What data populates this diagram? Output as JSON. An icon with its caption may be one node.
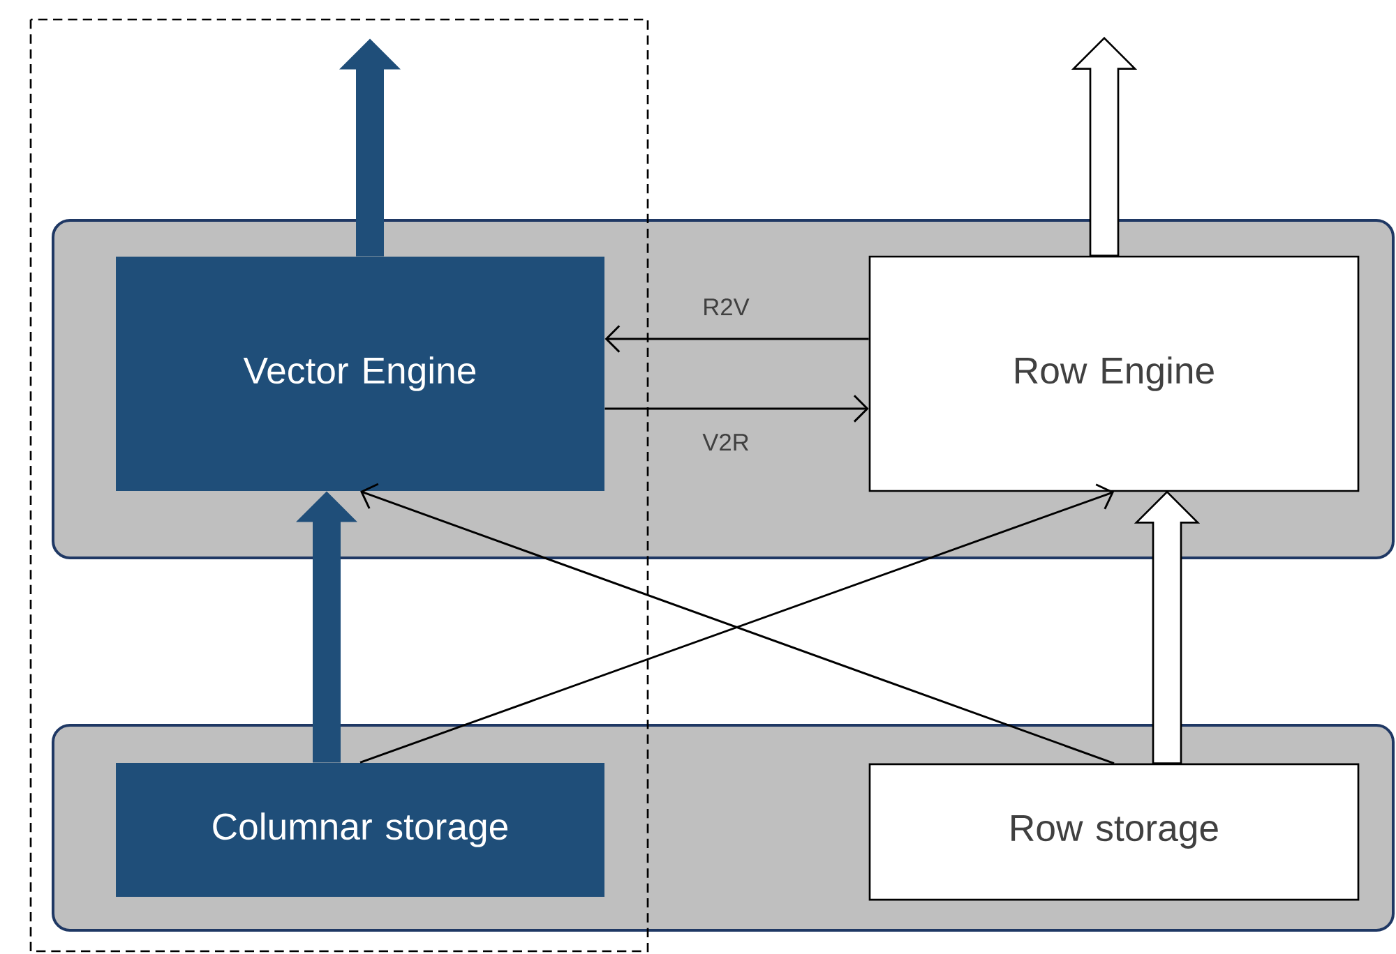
{
  "diagram": {
    "nodes": [
      {
        "text": [],
        "shape": "box"
      },
      {
        "text": [],
        "shape": "box"
      },
      {
        "text": [
          "Vector Engine"
        ],
        "in": 0
      },
      {
        "text": [
          "Row Engine"
        ],
        "in": 0
      },
      {
        "text": [
          "Columnar storage"
        ],
        "in": 1
      },
      {
        "text": [
          "Row storage"
        ],
        "in": 1
      }
    ],
    "edges": [
      {
        "from": 2,
        "to": null,
        "arrow": "to",
        "style": "thick",
        "color": "#1f4e79"
      },
      {
        "from": 3,
        "to": null,
        "arrow": "to",
        "style": "thick",
        "color": "#ffffff"
      },
      {
        "from": 3,
        "to": 2,
        "arrow": "to",
        "label": "R2V"
      },
      {
        "from": 2,
        "to": 3,
        "arrow": "to",
        "label": "V2R"
      },
      {
        "from": 4,
        "to": 2,
        "arrow": "to",
        "style": "thick",
        "color": "#1f4e79"
      },
      {
        "from": 5,
        "to": 3,
        "arrow": "to",
        "style": "thick",
        "color": "#ffffff"
      },
      {
        "from": 4,
        "to": 3,
        "arrow": "to"
      },
      {
        "from": 5,
        "to": 2,
        "arrow": "to"
      }
    ]
  }
}
